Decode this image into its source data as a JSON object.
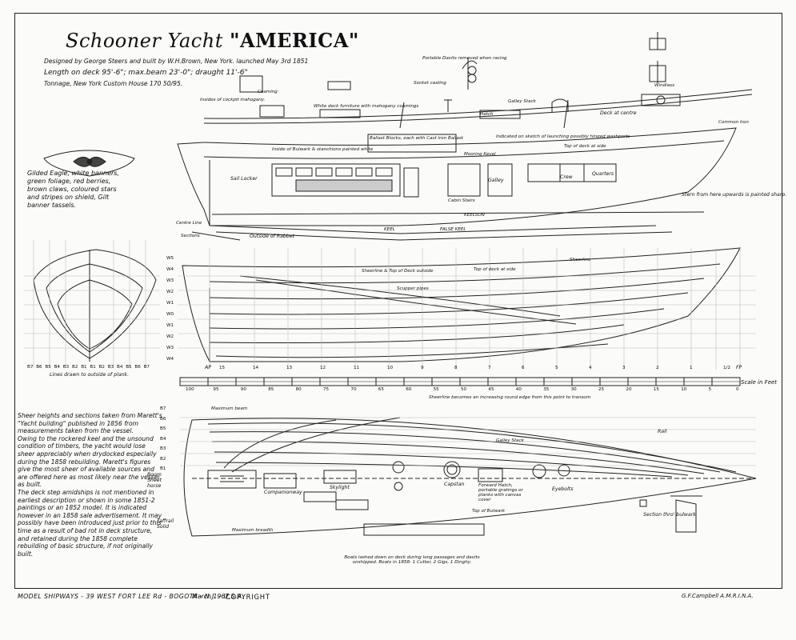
{
  "title": {
    "main": "Schooner Yacht",
    "name": "\"AMERICA\""
  },
  "specs": {
    "line1": "Designed by George Steers and built by W.H.Brown, New York. launched May 3rd 1851",
    "line2": "Length on deck 95'-6\"; max.beam 23'-0\"; draught 11'-6\"",
    "line3": "Tonnage, New York Custom House 170 50/95."
  },
  "emblem_note": "Gilded Eagle, white banners, green foliage, red berries, brown claws, coloured stars and stripes on shield, Gilt banner tassels.",
  "notes": [
    "Sheer heights and sections taken from Marett's \"Yacht building\" published in 1856 from measurements taken from the vessel.",
    "Owing to the rockered keel and the unsound condition of timbers, the yacht would lose sheer appreciably when drydocked especially during the 1858 rebuilding. Marett's figures give the most sheer of available sources and are offered here as most likely near the vessel as built.",
    "The deck step amidships is not mentioned in earliest description or shown in some 1851-2 paintings or an 1852 model. It is indicated however in an 1858 sale advertisement. It may possibly have been introduced just prior to this time as a result of bad rot in deck structure, and retained during the 1858 complete rebuilding of basic structure, if not originally built."
  ],
  "footer": {
    "maker": "MODEL SHIPWAYS - 39 WEST FORT LEE Rd - BOGOTA - N.J. - U.S.A.",
    "date": "March 1967",
    "copyright": "COPYRIGHT",
    "signature": "G.F.Campbell  A.M.R.I.N.A."
  },
  "labels": {
    "inside_cockpit": "Insides of cockpit mahogany.",
    "coaming": "Coaming",
    "deck_furniture": "White deck furniture with mahogany coamings",
    "portable_davits": "Portable Davits removed when racing",
    "socket_casting": "Socket casting",
    "galley_stack": "Galley Stack",
    "hatch": "Hatch",
    "deck_at_centre": "Deck at centre",
    "common_iron": "Common Iron",
    "bulwark": "Inside of Bulwark & stanchions painted white",
    "ballast": "Ballast Blocks, each with Cast iron Ballast",
    "launch_note": "Indicated on sketch of launching possibly hinged washports",
    "mooring_kevel": "Mooring Kevel",
    "top_of_deck": "Top of deck at side",
    "sail_locker": "Sail Locker",
    "stern_note": "Stern from here upwards is painted sharp.",
    "galley": "Galley",
    "crew": "Crew",
    "quarters": "Quarters",
    "cabin_stairs": "Cabin Stairs",
    "keelson": "KEELSON",
    "keel": "KEEL",
    "false_keel": "FALSE KEEL",
    "outside_rabbet": "Outside of Rabbet",
    "centre_line": "Centre Line",
    "sections": "Sections",
    "lines_note": "Lines drawn to outside of plank.",
    "sheerline_top": "Sheerline & Top of Deck outside",
    "sheerline": "Sheerline",
    "scupper_pipes": "Scupper pipes",
    "ap": "AP",
    "fp": "FP",
    "scale_in_feet": "Scale in Feet",
    "maximum_beam": "Maximum beam",
    "sheerline_note": "Sheerline becomes an increasing round edge from this point to transom",
    "galley_stack2": "Galley Stack",
    "boom_sheet_horse": "Boom Sheet horse",
    "companionway": "Companionway",
    "skylight": "Skylight",
    "capstan": "Capstan",
    "forward_hatch": "Forward Hatch, portable gratings or planks with canvas cover",
    "eyebolts": "Eyebolts",
    "taffrail": "Taffrail Solid",
    "max_breadth": "Maximum breadth",
    "top_of_bulwark": "Top of Bulwark",
    "boats_note": "Boats lashed down on deck during long passages and davits unshipped. Boats in 1858: 1 Cutter, 2 Gigs, 1 Dinghy.",
    "section_bulwark": "Section thro' bulwark",
    "rail": "Rail",
    "windlass": "Windlass"
  },
  "stations": [
    "AP",
    "15",
    "14",
    "13",
    "12",
    "11",
    "10",
    "9",
    "8",
    "7",
    "6",
    "5",
    "4",
    "3",
    "2",
    "1",
    "1/2",
    "FP"
  ],
  "scale_ticks": [
    "100",
    "95",
    "90",
    "85",
    "80",
    "75",
    "70",
    "65",
    "60",
    "55",
    "50",
    "45",
    "40",
    "35",
    "30",
    "25",
    "20",
    "15",
    "10",
    "5",
    "0"
  ],
  "waterlines": [
    "W5",
    "W4",
    "W3",
    "W2",
    "W1",
    "W0",
    "W1",
    "W2",
    "W3",
    "W4"
  ],
  "buttocks": [
    "B7",
    "B6",
    "B5",
    "B4",
    "B3",
    "B2",
    "B1"
  ],
  "section_ticks": [
    "B7",
    "B6",
    "B5",
    "B4",
    "B3",
    "B2",
    "B1",
    "B1",
    "B2",
    "B3",
    "B4",
    "B5",
    "B6",
    "B7"
  ]
}
